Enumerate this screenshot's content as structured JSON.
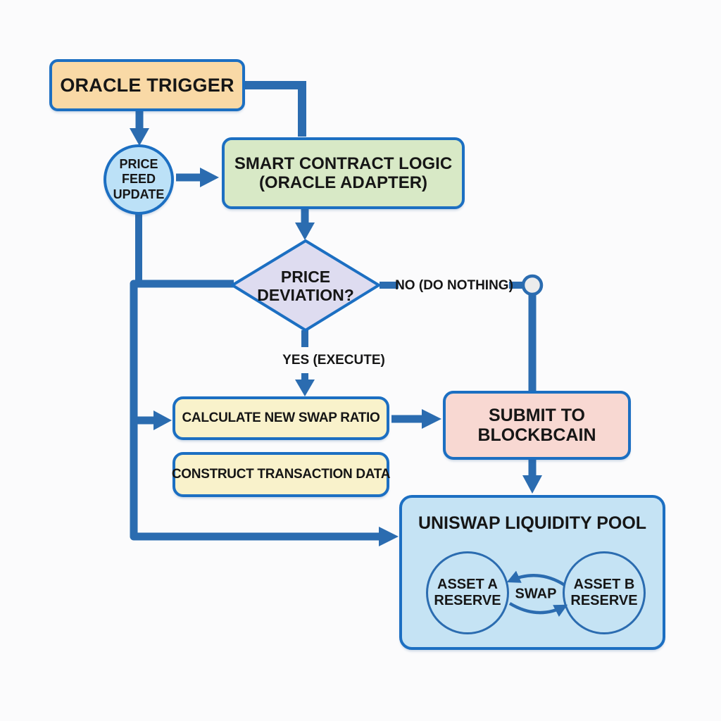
{
  "colors": {
    "background": "#FBFBFC",
    "line": "#2B6CB0",
    "border": "#1C6FC2",
    "text": "#161616",
    "oracle_fill": "#F9D9A6",
    "feed_fill": "#BCE1F7",
    "smart_fill": "#D8E9C6",
    "diamond_fill": "#DEDCF0",
    "process_fill": "#F9F2CB",
    "submit_fill": "#F8D8D2",
    "pool_fill": "#C5E3F4",
    "terminator_fill": "#ECECEC"
  },
  "nodes": {
    "oracle_trigger": {
      "label": "ORACLE TRIGGER"
    },
    "price_feed_update": {
      "label": "PRICE\nFEED\nUPDATE"
    },
    "smart_contract_logic": {
      "label": "SMART CONTRACT LOGIC\n(ORACLE ADAPTER)"
    },
    "price_deviation": {
      "label": "PRICE\nDEVIATION?"
    },
    "calculate_swap_ratio": {
      "label": "CALCULATE NEW SWAP RATIO"
    },
    "construct_transaction": {
      "label": "CONSTRUCT TRANSACTION DATA"
    },
    "submit_to_blockchain": {
      "label": "SUBMIT TO\nBLOCKBCAIN"
    },
    "uniswap_pool": {
      "title": "UNISWAP LIQUIDITY POOL"
    },
    "asset_a_reserve": {
      "label": "ASSET A\nRESERVE"
    },
    "asset_b_reserve": {
      "label": "ASSET B\nRESERVE"
    },
    "swap": {
      "label": "SWAP"
    }
  },
  "edges": {
    "no_label": "NO (DO NOTHING)",
    "yes_label": "YES (EXECUTE)"
  }
}
